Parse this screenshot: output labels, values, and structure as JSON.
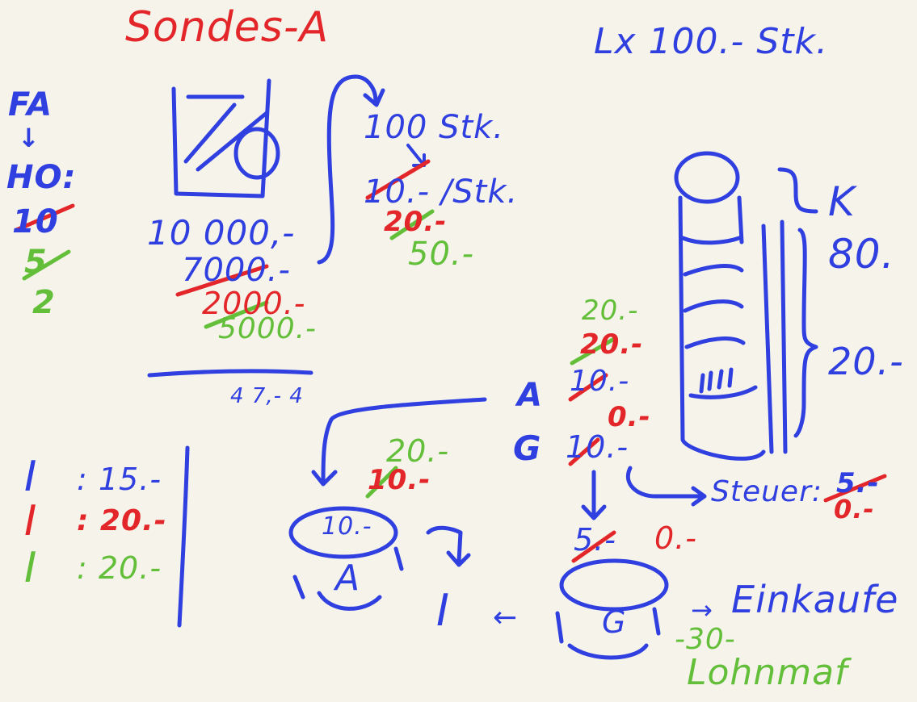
{
  "colors": {
    "background": "#f6f4ea",
    "blue": "#2f3fe0",
    "red": "#e3262a",
    "green": "#63bf3a"
  },
  "title": "Sondes-A",
  "top_right": "Lx 100.- Stk.",
  "left_column": {
    "fa": "FA",
    "arrow": "↓",
    "ho": "HO:",
    "values": [
      {
        "text": "10",
        "color": "red"
      },
      {
        "text": "5",
        "color": "green"
      },
      {
        "text": "2",
        "color": "green"
      }
    ]
  },
  "machine": {
    "price": "10 000,-",
    "values": [
      {
        "text": "7000.-",
        "color": "blue"
      },
      {
        "text": "2000.-",
        "color": "red"
      },
      {
        "text": "5000.-",
        "color": "green"
      }
    ],
    "below_line": "4 7,- 4"
  },
  "per_piece": {
    "head": "100 Stk.",
    "values": [
      {
        "text": "10.- /Stk.",
        "color": "blue"
      },
      {
        "text": "20.-",
        "color": "red"
      },
      {
        "text": "50.-",
        "color": "green"
      }
    ]
  },
  "stack": {
    "k_label": "K",
    "top_value": "80.",
    "bottom_value": "20.-"
  },
  "prices_column": {
    "values": [
      {
        "text": "20.-",
        "color": "green"
      },
      {
        "text": "20.-",
        "color": "red"
      },
      {
        "text": "10.-",
        "color": "blue"
      }
    ],
    "a_label": "A",
    "g_red": "0.-",
    "g_label": "G",
    "g_value": "10.-"
  },
  "steuer": {
    "label": "Steuer:",
    "value": "5.-",
    "new_value": "0.-"
  },
  "g_flow": {
    "old": "5.-",
    "new": "0.-"
  },
  "i_list": [
    {
      "symbol": "I",
      "value": ": 15.-",
      "color": "blue"
    },
    {
      "symbol": "I",
      "value": ": 20.-",
      "color": "red"
    },
    {
      "symbol": "I",
      "value": ": 20.-",
      "color": "green"
    }
  ],
  "bucket_a": {
    "values": [
      {
        "text": "20.-",
        "color": "green"
      },
      {
        "text": "10.-",
        "color": "red"
      }
    ],
    "inside": "10.-",
    "label": "A"
  },
  "bottom": {
    "i_label": "I",
    "arrow_left": "←",
    "g_label": "G",
    "arrow_right": "→",
    "einkaufe": "Einkaufe",
    "minus_30": "-30-",
    "lohnmarge": "Lohnmaf"
  }
}
